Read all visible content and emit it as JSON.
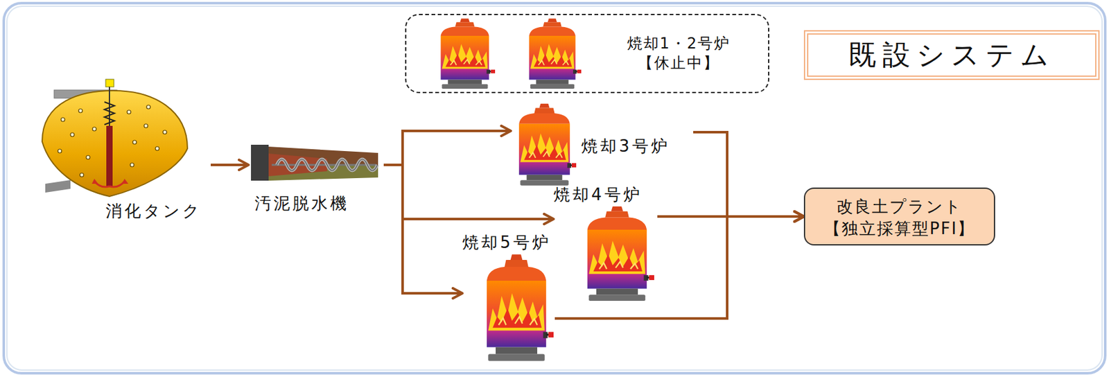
{
  "diagram": {
    "title": "既設システム",
    "nodes": [
      {
        "text": [
          "焼却1・2号炉 【休止中】"
        ]
      },
      {
        "text": [
          "消化タンク"
        ]
      },
      {
        "text": [
          "汚泥脱水機"
        ]
      },
      {
        "text": [
          "焼却3号炉"
        ]
      },
      {
        "text": [
          "焼却4号炉"
        ]
      },
      {
        "text": [
          "焼却5号炉"
        ]
      },
      {
        "text": [
          "改良土プラント 【独立採算型PFI】"
        ]
      }
    ],
    "edges": [
      {
        "from": 1,
        "to": 2,
        "arrow": "to"
      },
      {
        "from": 2,
        "to": 3,
        "arrow": "to"
      },
      {
        "from": 2,
        "to": 4,
        "arrow": "to"
      },
      {
        "from": 2,
        "to": 5,
        "arrow": "to"
      },
      {
        "from": 3,
        "to": 6,
        "arrow": "to"
      },
      {
        "from": 4,
        "to": 6,
        "arrow": "to"
      },
      {
        "from": 5,
        "to": 6,
        "arrow": "to"
      }
    ]
  }
}
